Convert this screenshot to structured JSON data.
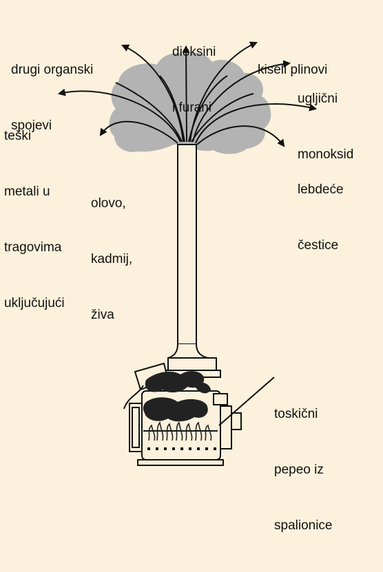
{
  "colors": {
    "background": "#fbf1dc",
    "smoke": "#b3b3b3",
    "ink": "#111111",
    "soot": "#222222"
  },
  "labels": {
    "dioxins": [
      "dioksini",
      "i furani"
    ],
    "organics": [
      "drugi organski",
      "spojevi"
    ],
    "acid_gases": [
      "kiseli plinovi"
    ],
    "carbon_monoxide": [
      "ugljični",
      "monoksid"
    ],
    "heavy_metals": [
      "teški",
      "metali u",
      "tragovima",
      "uključujući"
    ],
    "metal_list": [
      "olovo,",
      "kadmij,",
      "živa"
    ],
    "particles": [
      "lebdeće",
      "čestice"
    ],
    "ash": [
      "toskični",
      "pepeo iz",
      "spalionice"
    ]
  }
}
